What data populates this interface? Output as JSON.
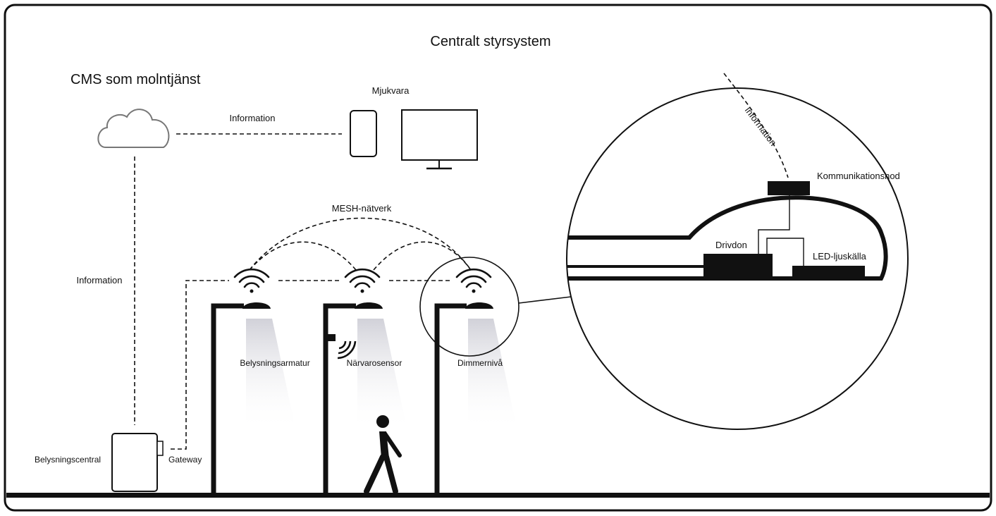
{
  "title": "Centralt styrsystem",
  "cloud_title": "CMS som molntjänst",
  "software": {
    "label": "Mjukvara"
  },
  "links": {
    "cloud_to_software": "Information",
    "cloud_to_central": "Information",
    "node_info": "Information"
  },
  "mesh_label": "MESH-nätverk",
  "central": {
    "label": "Belysningscentral",
    "gateway": "Gateway"
  },
  "poles": [
    {
      "label": "Belysningsarmatur"
    },
    {
      "label": "Närvarosensor"
    },
    {
      "label": "Dimmernivå"
    }
  ],
  "detail": {
    "node": "Kommunikationsnod",
    "driver": "Drivdon",
    "led": "LED-ljuskälla"
  },
  "icons": {
    "cloud": "cloud-icon",
    "phone": "phone-icon",
    "monitor": "monitor-icon",
    "wifi": "wifi-icon",
    "person": "person-icon"
  }
}
